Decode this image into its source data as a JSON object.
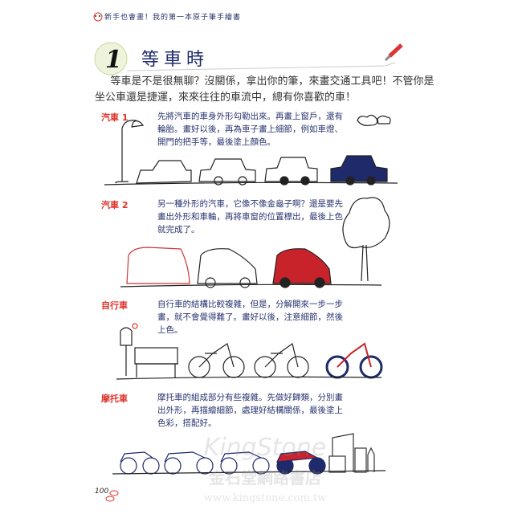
{
  "header": "新手也會畫！我的第一本原子筆手繪書",
  "chapter": {
    "number": "1",
    "title": "等車時"
  },
  "intro": "等車是不是很無聊？沒關係，拿出你的筆，來畫交通工具吧！不管你是坐公車還是捷運，來來往往的車流中，總有你喜歡的車！",
  "sections": [
    {
      "label": "汽車 1",
      "text": "先將汽車的車身外形勾勒出來。再畫上窗戶，還有輪胎。畫好以後，再為車子畫上細節，例如車燈、開門的把手等，最後塗上顏色。"
    },
    {
      "label": "汽車 2",
      "text": "另一種外形的汽車，它像不像金龜子啊？還是要先畫出外形和車輪，再將車窗的位置標出，最後上色就完成了。"
    },
    {
      "label": "自行車",
      "text": "自行車的結構比較複雜，但是，分解開來一步一步畫，就不會覺得難了。畫好以後，注意細節，然後上色。"
    },
    {
      "label": "摩托車",
      "text": "摩托車的組成部分有些複雜。先做好歸類，分別畫出外形，再描繪細節，處理好結構關係，最後塗上色彩，搭配好。"
    }
  ],
  "page_number": "100",
  "watermark": {
    "brand": "KingStone",
    "name": "金石堂網路書店",
    "url": "www.kingstone.com.tw"
  },
  "colors": {
    "accent_red": "#e0312b",
    "navy": "#1e2a6a"
  }
}
